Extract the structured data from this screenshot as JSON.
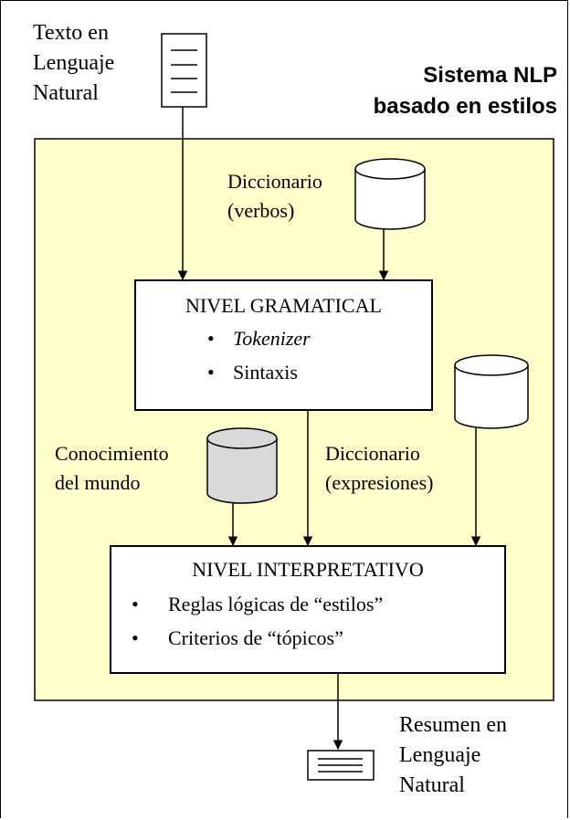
{
  "title_lines": [
    "Sistema NLP",
    "basado en estilos"
  ],
  "input_label_lines": [
    "Texto en",
    "Lenguaje",
    "Natural"
  ],
  "output_label_lines": [
    "Resumen en",
    "Lenguaje",
    "Natural"
  ],
  "dict_verbs_lines": [
    "Diccionario",
    "(verbos)"
  ],
  "world_knowledge_lines": [
    "Conocimiento",
    "del mundo"
  ],
  "dict_expr_lines": [
    "Diccionario",
    "(expresiones)"
  ],
  "grammar_level": {
    "title": "NIVEL GRAMATICAL",
    "items": [
      "Tokenizer",
      "Sintaxis"
    ]
  },
  "interpretive_level": {
    "title": "NIVEL INTERPRETATIVO",
    "items": [
      "Reglas lógicas de “estilos”",
      "Criterios de “tópicos”"
    ]
  },
  "colors": {
    "system_bg": "#ffffcc",
    "db_shaded": "#d9d9d9",
    "db_plain": "#ffffff"
  }
}
